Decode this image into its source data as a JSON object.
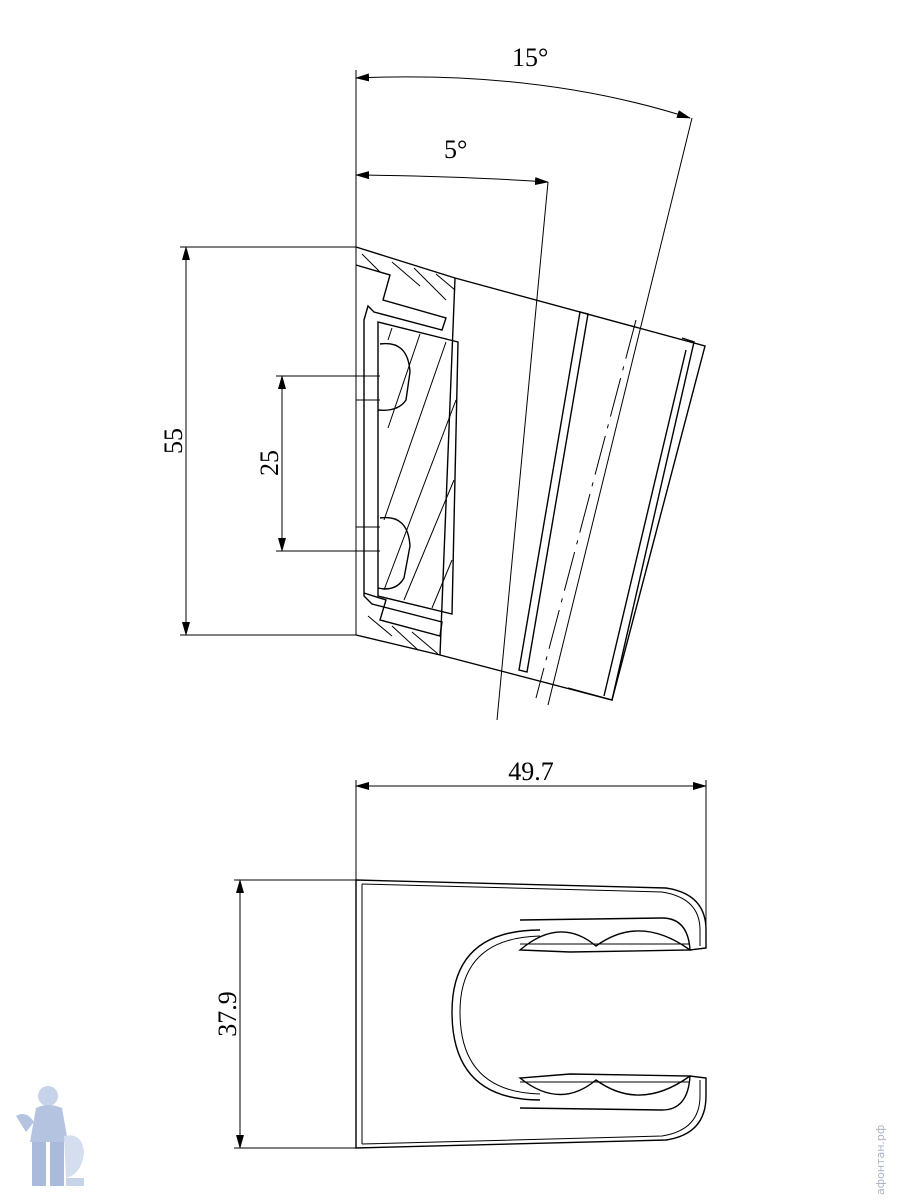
{
  "dimensions": {
    "angle_large": "15°",
    "angle_small": "5°",
    "height_overall": "55",
    "height_inner": "25",
    "width_bottom": "49.7",
    "height_bottom": "37.9"
  },
  "watermark_text": "афонтан.рф",
  "logo": {
    "icon": "plumber-mascot-icon"
  }
}
